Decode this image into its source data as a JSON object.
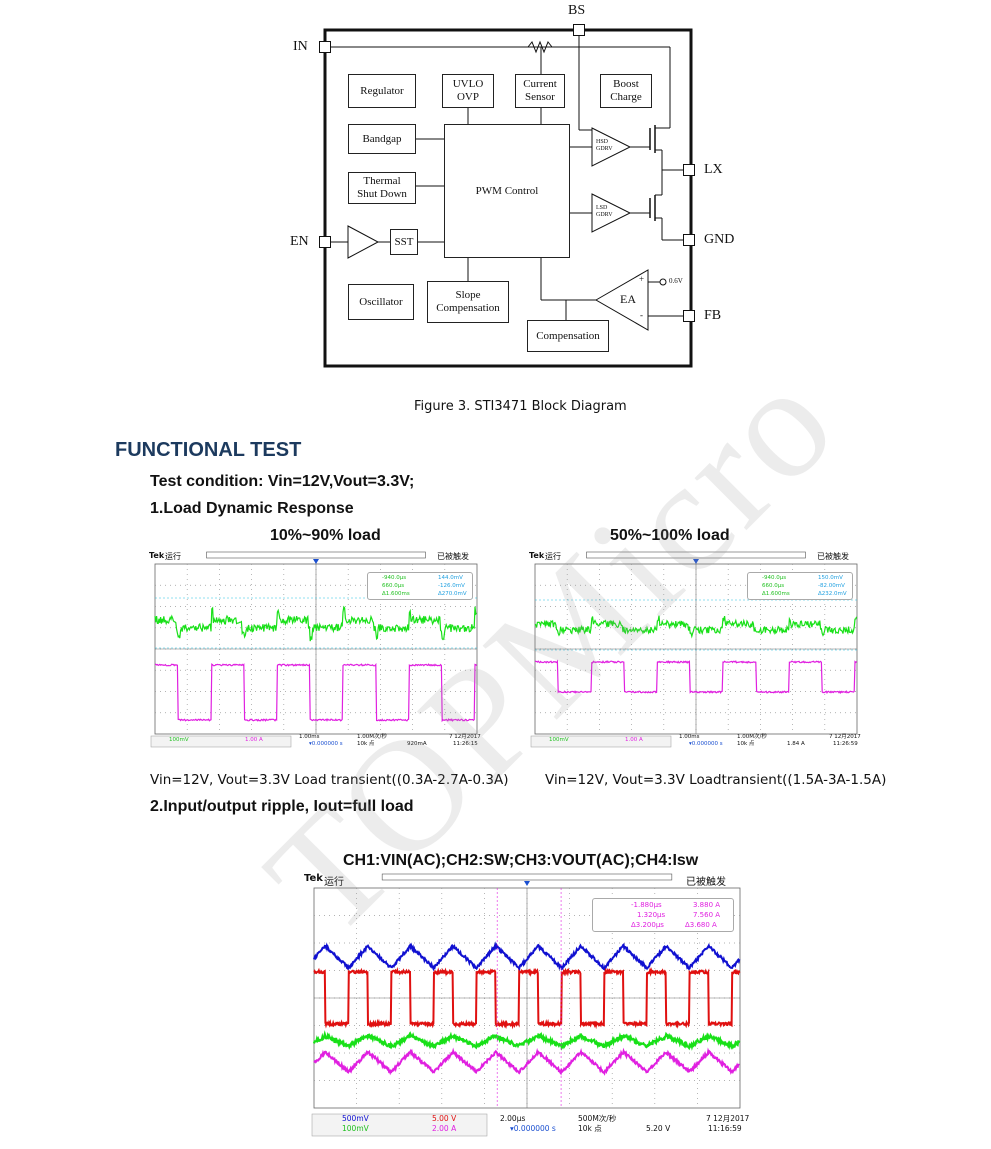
{
  "block_diagram": {
    "pins": {
      "bs": "BS",
      "in": "IN",
      "en": "EN",
      "lx": "LX",
      "gnd": "GND",
      "fb": "FB"
    },
    "blocks": {
      "regulator": "Regulator",
      "uvlo": "UVLO\nOVP",
      "current_sensor": "Current\nSensor",
      "boost_charge": "Boost\nCharge",
      "bandgap": "Bandgap",
      "thermal": "Thermal\nShut Down",
      "pwm": "PWM Control",
      "sst": "SST",
      "oscillator": "Oscillator",
      "slope": "Slope\nCompensation",
      "compensation": "Compensation",
      "ea": "EA",
      "hsd": "HSD\nGDRV",
      "lsd": "LSD\nGDRV",
      "vref": "0.6V",
      "plus": "+",
      "minus": "-"
    },
    "caption": "Figure 3. STI3471 Block Diagram"
  },
  "section_title": "FUNCTIONAL TEST",
  "test_condition": "Test condition: Vin=12V,Vout=3.3V;",
  "sub1": "1.Load Dynamic Response",
  "scope1": {
    "title": "10%~90% load",
    "tek": "Tek",
    "run": "运行",
    "trig_state": "已被触发",
    "cursor": {
      "a_time": "-940.0µs",
      "a_val": "144.0mV",
      "b_time": "660.0µs",
      "b_val": "-126.0mV",
      "d_time": "Δ1.600ms",
      "d_val": "Δ270.0mV"
    },
    "status": {
      "ch1": "100mV",
      "ch4": "1.00 A",
      "timebase": "1.00ms",
      "rate": "1.00M次/秒",
      "pts": "10k 点",
      "trig_val": "920mA",
      "date": "7 12月2017",
      "time": "11:26:15",
      "offset": "▾0.000000 s"
    },
    "caption": "Vin=12V, Vout=3.3V Load transient((0.3A-2.7A-0.3A)"
  },
  "scope2": {
    "title": "50%~100% load",
    "tek": "Tek",
    "run": "运行",
    "trig_state": "已被触发",
    "cursor": {
      "a_time": "-940.0µs",
      "a_val": "150.0mV",
      "b_time": "660.0µs",
      "b_val": "-82.00mV",
      "d_time": "Δ1.600ms",
      "d_val": "Δ232.0mV"
    },
    "status": {
      "ch1": "100mV",
      "ch4": "1.00 A",
      "timebase": "1.00ms",
      "rate": "1.00M次/秒",
      "pts": "10k 点",
      "trig_val": "1.84 A",
      "date": "7 12月2017",
      "time": "11:26:59",
      "offset": "▾0.000000 s"
    },
    "caption": "Vin=12V, Vout=3.3V Loadtransient((1.5A-3A-1.5A)"
  },
  "sub2": "2.Input/output ripple, Iout=full load",
  "scope3": {
    "title": "CH1:VIN(AC);CH2:SW;CH3:VOUT(AC);CH4:Isw",
    "tek": "Tek",
    "run": "运行",
    "trig_state": "已被触发",
    "cursor": {
      "a_time": "-1.880µs",
      "a_val": "3.880 A",
      "b_time": "1.320µs",
      "b_val": "7.560 A",
      "d_time": "Δ3.200µs",
      "d_val": "Δ3.680 A"
    },
    "status": {
      "ch1": "500mV",
      "ch2": "5.00 V",
      "ch3": "100mV",
      "ch4": "2.00 A",
      "timebase": "2.00µs",
      "rate": "500M次/秒",
      "pts": "10k 点",
      "trig_val": "5.20 V",
      "date": "7 12月2017",
      "time": "11:16:59",
      "offset": "▾0.000000 s"
    }
  },
  "watermark": "TOPMicro",
  "colors": {
    "ch1": "#1010d0",
    "ch2": "#e01010",
    "ch3": "#10d010",
    "ch4": "#e020e0",
    "grid": "#888888",
    "heading": "#1c3a5e"
  }
}
